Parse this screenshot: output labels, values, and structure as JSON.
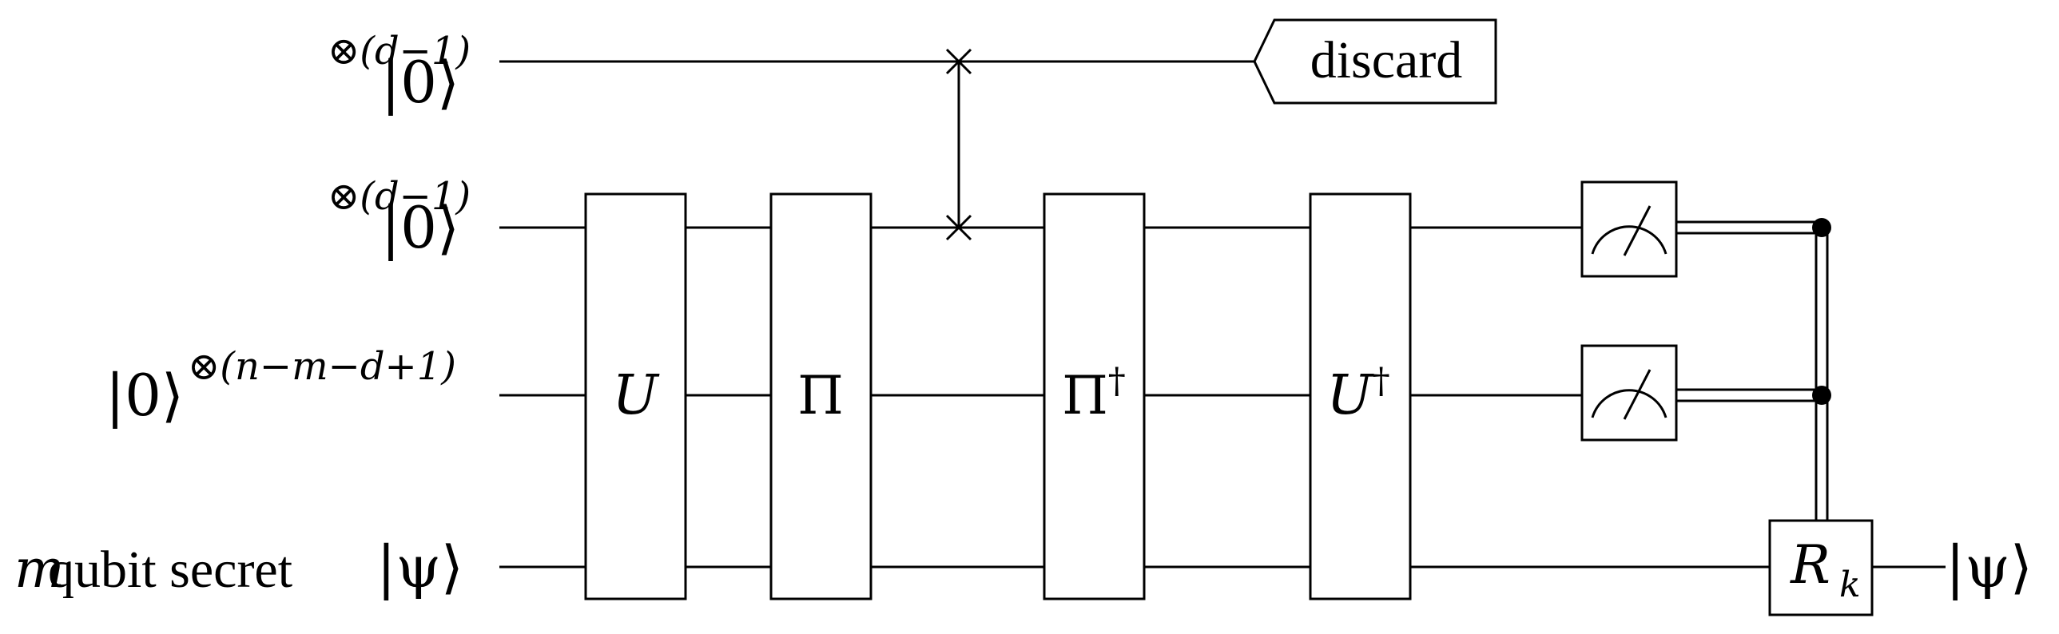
{
  "inputs": [
    {
      "ket": "|0⟩",
      "power": "⊗(d−1)"
    },
    {
      "ket": "|0⟩",
      "power": "⊗(d−1)"
    },
    {
      "ket": "|0⟩",
      "power": "⊗(n−m−d+1)"
    },
    {
      "prefix_math": "m",
      "prefix_text": " qubit secret",
      "ket": "|ψ⟩"
    }
  ],
  "output_label": "|ψ⟩",
  "gates": {
    "u": {
      "symbol": "U",
      "dagger": ""
    },
    "pi": {
      "symbol": "Π",
      "dagger": ""
    },
    "pi_dagger": {
      "symbol": "Π",
      "dagger": "†"
    },
    "u_dagger": {
      "symbol": "U",
      "dagger": "†"
    },
    "recovery": {
      "symbol": "R",
      "subscript": "k"
    }
  },
  "discard_label": "discard"
}
